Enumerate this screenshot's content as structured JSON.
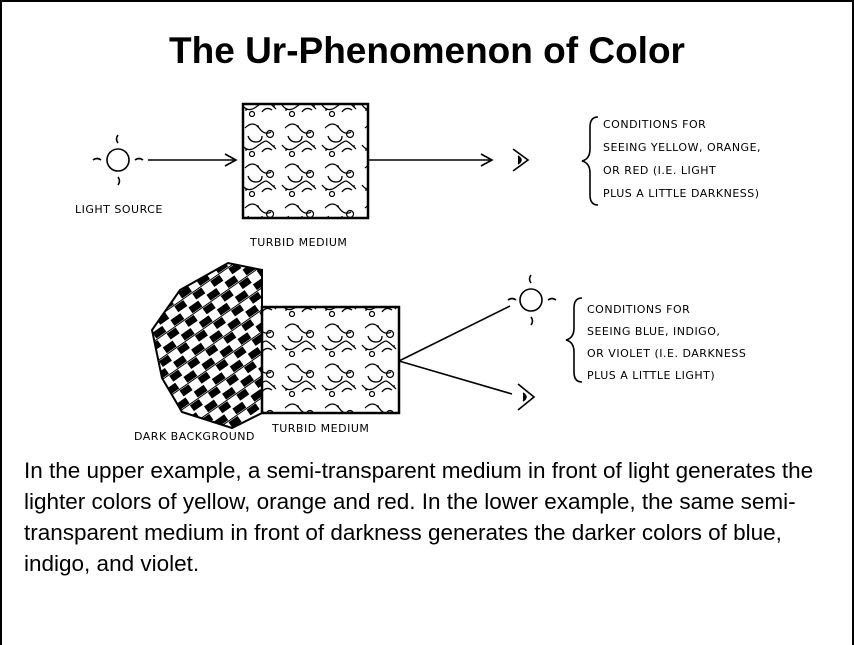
{
  "title": "The Ur-Phenomenon of Color",
  "top": {
    "source_label": "LIGHT SOURCE",
    "medium_label": "TURBID MEDIUM",
    "conditions": [
      "CONDITIONS FOR",
      "SEEING YELLOW, ORANGE,",
      "OR RED  (I.E. LIGHT",
      "PLUS A LITTLE DARKNESS)"
    ]
  },
  "bottom": {
    "background_label": "DARK BACKGROUND",
    "medium_label": "TURBID MEDIUM",
    "conditions": [
      "CONDITIONS FOR",
      "SEEING BLUE, INDIGO,",
      "OR VIOLET (I.E. DARKNESS",
      "PLUS A LITTLE LIGHT)"
    ]
  },
  "caption": "In the upper example, a semi-transparent medium in front of light generates the lighter colors of yellow, orange and red. In the lower example, the same semi-transparent medium in front of darkness generates the darker colors of blue, indigo, and violet."
}
